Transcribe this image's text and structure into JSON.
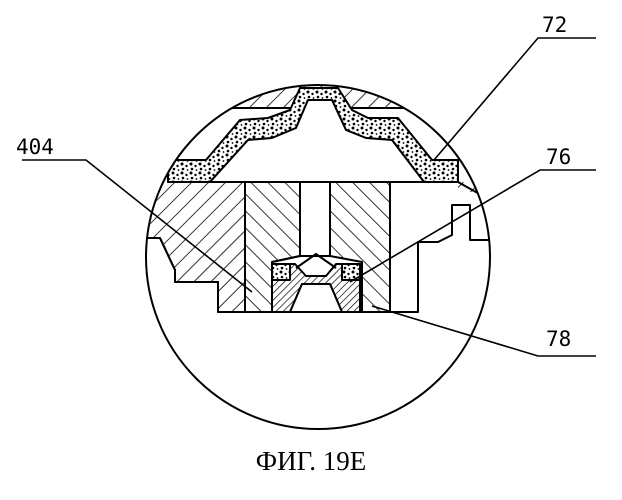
{
  "drawing": {
    "labels": {
      "ref_72": "72",
      "ref_404": "404",
      "ref_76": "76",
      "ref_78": "78"
    },
    "caption": "ФИГ. 19Е"
  }
}
